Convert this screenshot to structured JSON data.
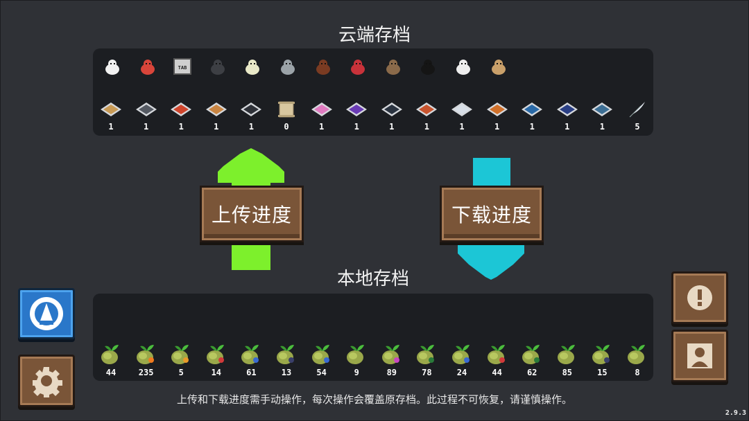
{
  "cloud": {
    "title": "云端存档",
    "pets": [
      {
        "icon": "white-rabbit-icon",
        "color": "#f2f2f2"
      },
      {
        "icon": "robot-pet-icon",
        "color": "#d9453a"
      },
      {
        "icon": "tab-sign-icon",
        "color": "#cfcfcf",
        "label": "TAB"
      },
      {
        "icon": "crow-icon",
        "color": "#3d3f44"
      },
      {
        "icon": "egg-bird-icon",
        "color": "#e9e9c8"
      },
      {
        "icon": "seal-icon",
        "color": "#9ba3a8"
      },
      {
        "icon": "bat-icon",
        "color": "#7a3b22"
      },
      {
        "icon": "mask-demon-icon",
        "color": "#c8323a"
      },
      {
        "icon": "pug-icon",
        "color": "#8a6a4a"
      },
      {
        "icon": "black-cat-icon",
        "color": "#151515"
      },
      {
        "icon": "white-cat-icon",
        "color": "#eeeeee"
      },
      {
        "icon": "tan-rabbit-icon",
        "color": "#c9a06a"
      }
    ],
    "materials": [
      {
        "icon": "material-plate-icon",
        "color": "#c89a55",
        "count": "1"
      },
      {
        "icon": "material-plate-icon",
        "color": "#555a63",
        "count": "1"
      },
      {
        "icon": "material-plate-icon",
        "color": "#d0452c",
        "count": "1"
      },
      {
        "icon": "material-plate-icon",
        "color": "#c98542",
        "count": "1"
      },
      {
        "icon": "material-plate-icon",
        "color": "#2e3138",
        "count": "1"
      },
      {
        "icon": "scroll-icon",
        "color": "#d8c7a0",
        "count": "0"
      },
      {
        "icon": "material-plate-icon",
        "color": "#e07ac0",
        "count": "1"
      },
      {
        "icon": "material-plate-icon",
        "color": "#6a3bb5",
        "count": "1"
      },
      {
        "icon": "material-plate-icon",
        "color": "#2a3340",
        "count": "1"
      },
      {
        "icon": "material-plate-icon",
        "color": "#c8542e",
        "count": "1"
      },
      {
        "icon": "material-plate-icon",
        "color": "#d8dfe8",
        "count": "1"
      },
      {
        "icon": "material-plate-icon",
        "color": "#d0702a",
        "count": "1"
      },
      {
        "icon": "material-plate-icon",
        "color": "#2a6aa8",
        "count": "1"
      },
      {
        "icon": "material-plate-icon",
        "color": "#2a3f85",
        "count": "1"
      },
      {
        "icon": "material-plate-icon",
        "color": "#3d6f95",
        "count": "1"
      },
      {
        "icon": "feather-icon",
        "color": "#e8eef5",
        "count": "5"
      }
    ]
  },
  "local": {
    "title": "本地存档",
    "seeds": [
      {
        "icon": "seed-bag-icon",
        "count": "44"
      },
      {
        "icon": "seed-bag-carrot-icon",
        "count": "235"
      },
      {
        "icon": "seed-bag-orange-icon",
        "count": "5"
      },
      {
        "icon": "seed-bag-red-icon",
        "count": "14"
      },
      {
        "icon": "seed-bag-blue-icon",
        "count": "61"
      },
      {
        "icon": "seed-bag-dark-icon",
        "count": "13"
      },
      {
        "icon": "seed-bag-blue-icon",
        "count": "54"
      },
      {
        "icon": "seed-bag-icon",
        "count": "9"
      },
      {
        "icon": "seed-bag-rainbow-icon",
        "count": "89"
      },
      {
        "icon": "seed-bag-green-icon",
        "count": "78"
      },
      {
        "icon": "seed-bag-blue-icon",
        "count": "24"
      },
      {
        "icon": "seed-bag-red-icon",
        "count": "44"
      },
      {
        "icon": "seed-bag-green-icon",
        "count": "62"
      },
      {
        "icon": "seed-bag-icon",
        "count": "85"
      },
      {
        "icon": "seed-bag-dark-icon",
        "count": "15"
      },
      {
        "icon": "seed-bag-icon",
        "count": "8"
      }
    ]
  },
  "buttons": {
    "upload": "上传进度",
    "download": "下载进度"
  },
  "colors": {
    "upload_arrow": "#7df02c",
    "download_arrow": "#1cc6d6",
    "wood": "#7a5538"
  },
  "notice": "上传和下载进度需手动操作，每次操作会覆盖原存档。此过程不可恢复，请谨慎操作。",
  "version": "2.9.3"
}
